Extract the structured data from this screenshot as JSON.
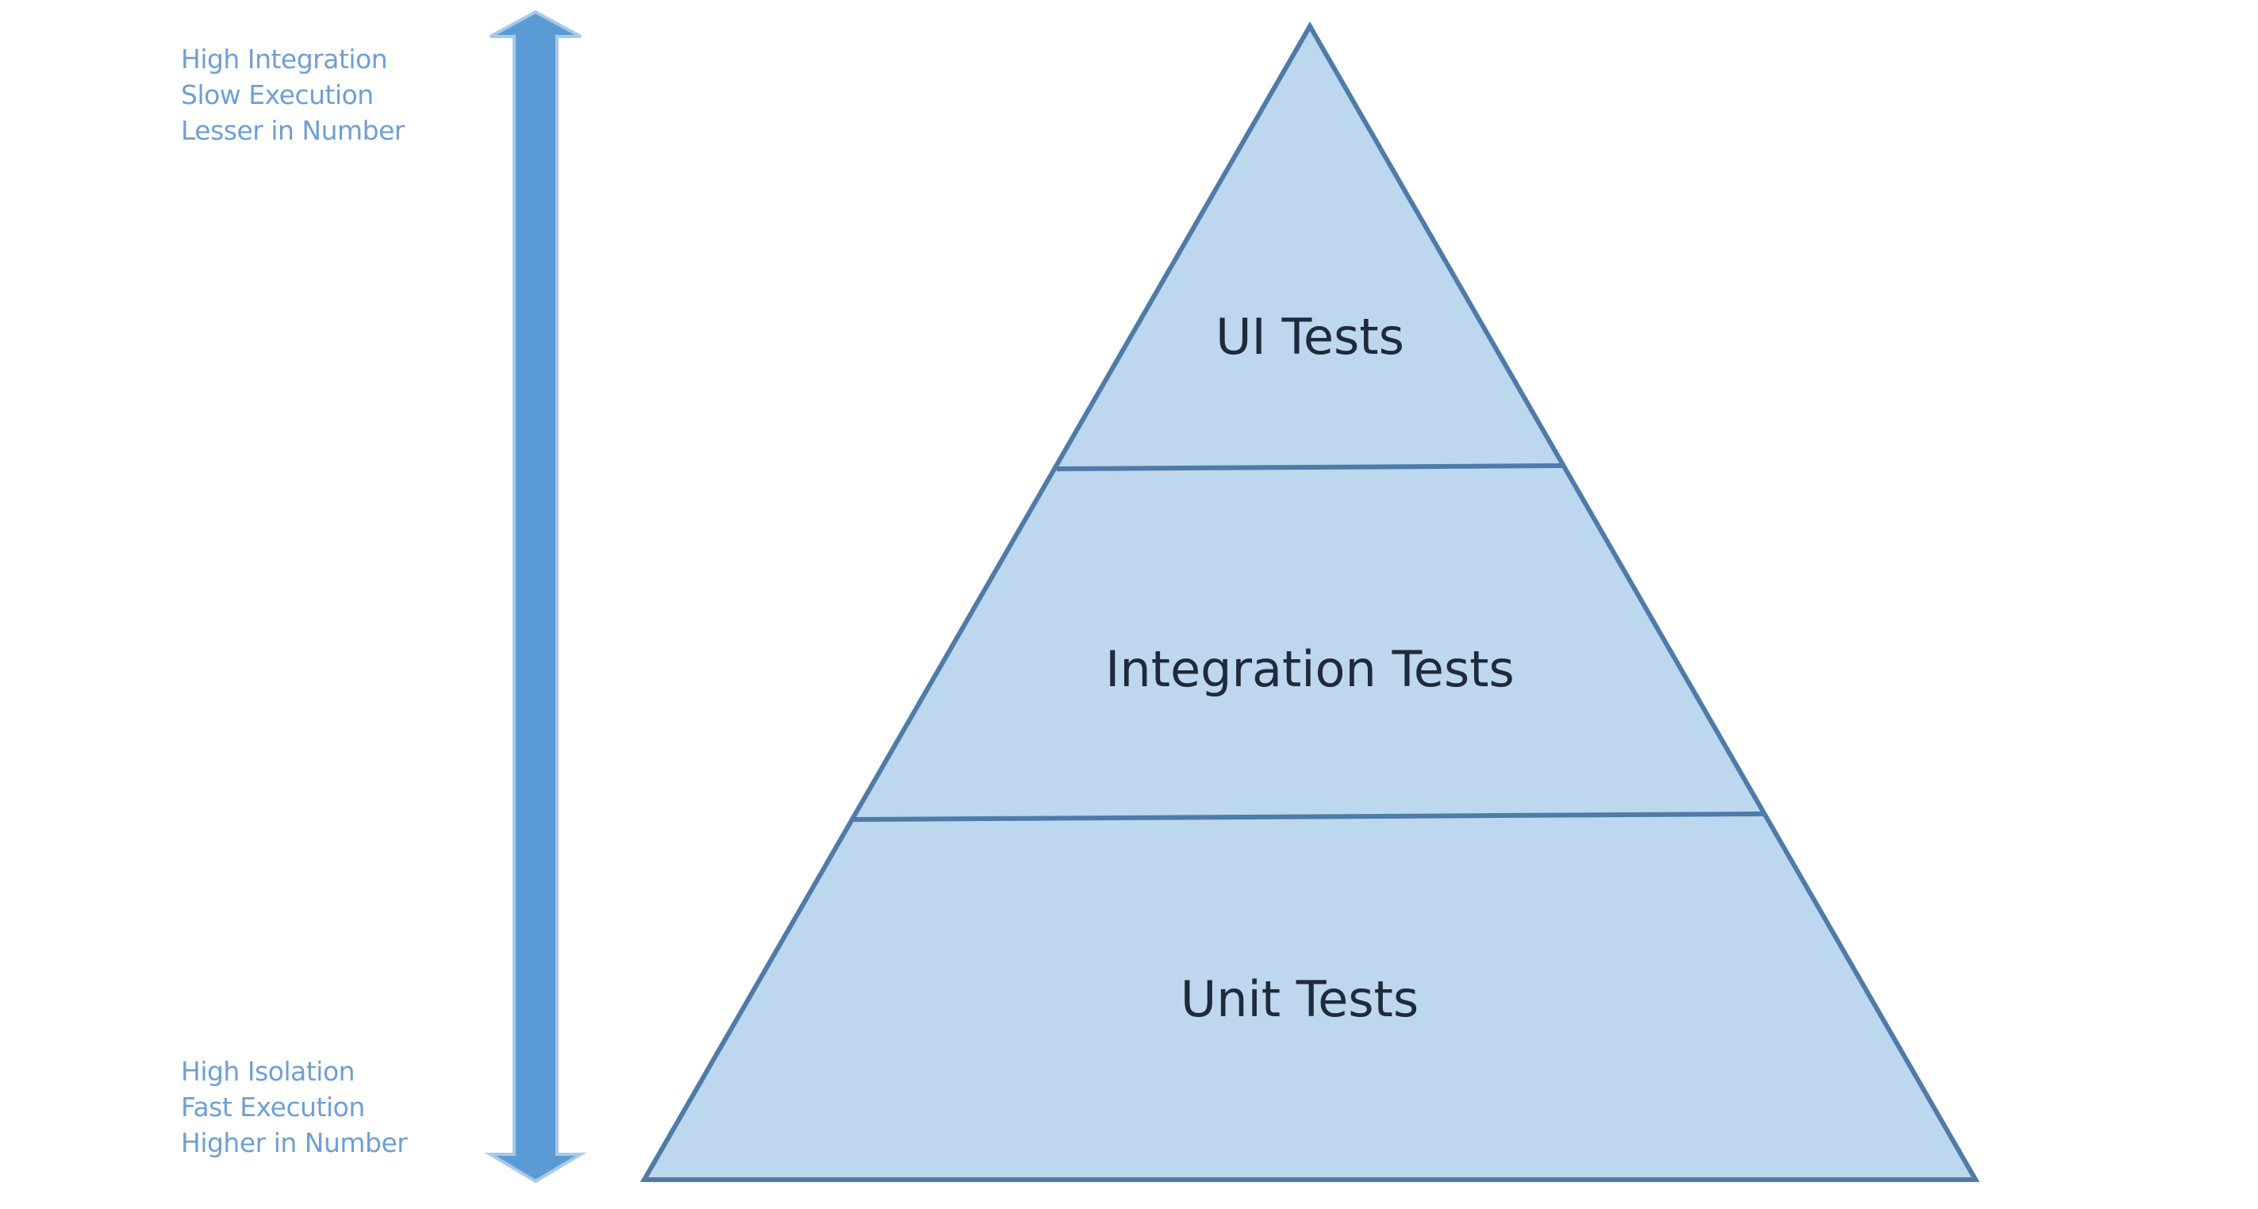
{
  "top_notes": [
    "High Integration",
    "Slow Execution",
    "Lesser in Number"
  ],
  "bottom_notes": [
    "High Isolation",
    "Fast Execution",
    "Higher in Number"
  ],
  "pyramid": {
    "layers": [
      {
        "label": "UI Tests"
      },
      {
        "label": "Integration Tests"
      },
      {
        "label": "Unit Tests"
      }
    ]
  },
  "colors": {
    "fill": "#bdd7ee",
    "stroke": "#4f7ba8",
    "arrow": "#5b9bd5",
    "note": "#6f9fd3"
  }
}
